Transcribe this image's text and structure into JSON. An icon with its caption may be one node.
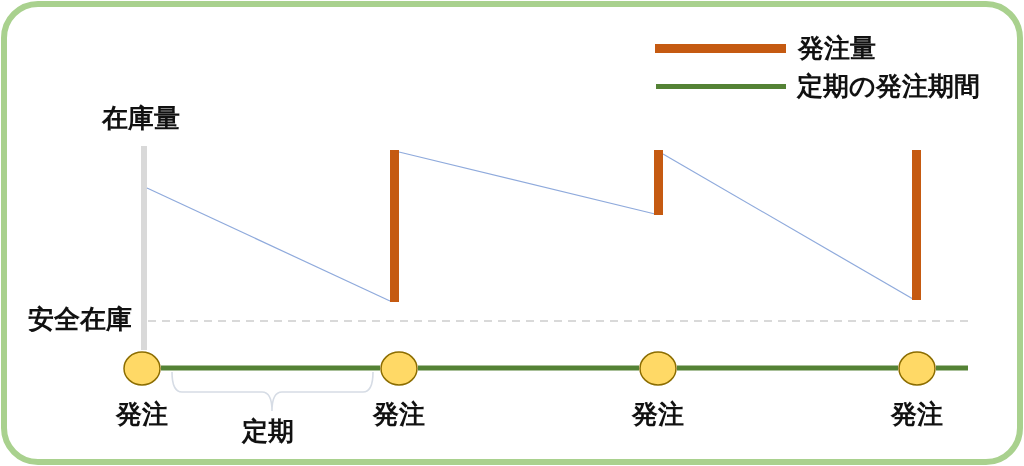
{
  "diagram": {
    "nodes": [
      {
        "text": [],
        "shape": "circle",
        "beside": [
          "発注"
        ]
      },
      {
        "text": [],
        "shape": "circle",
        "beside": [
          "発注"
        ]
      },
      {
        "text": [],
        "shape": "circle",
        "beside": [
          "発注"
        ]
      },
      {
        "text": [],
        "shape": "circle",
        "beside": [
          "発注"
        ]
      }
    ],
    "edges": [
      {
        "from": 0,
        "to": 1,
        "arrow": "none"
      },
      {
        "from": 1,
        "to": 2,
        "arrow": "none"
      },
      {
        "from": 2,
        "to": 3,
        "arrow": "none"
      },
      {
        "from": 3,
        "to": null,
        "arrow": "none"
      }
    ],
    "labels": [
      "在庫量",
      "安全在庫",
      "定期"
    ],
    "legend": [
      {
        "text": "発注量",
        "color": "#c55a11"
      },
      {
        "text": "定期の発注期間",
        "color": "#548235"
      }
    ]
  }
}
